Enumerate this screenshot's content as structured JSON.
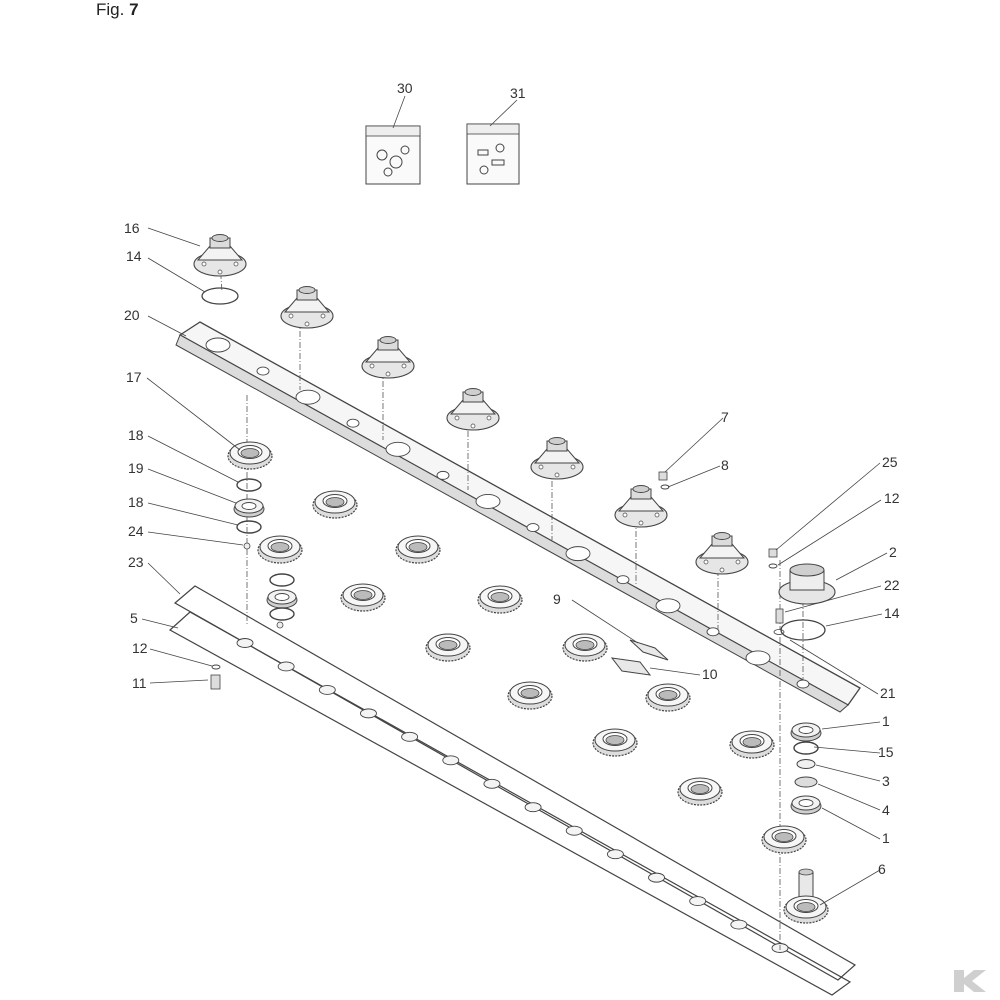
{
  "figure": {
    "prefix": "Fig.",
    "number": "7"
  },
  "callouts": {
    "c1a": "1",
    "c1b": "1",
    "c2": "2",
    "c3": "3",
    "c4": "4",
    "c5": "5",
    "c6": "6",
    "c7": "7",
    "c8": "8",
    "c9": "9",
    "c10": "10",
    "c11": "11",
    "c12a": "12",
    "c12b": "12",
    "c14a": "14",
    "c14b": "14",
    "c15": "15",
    "c16": "16",
    "c17": "17",
    "c18a": "18",
    "c18b": "18",
    "c19": "19",
    "c20": "20",
    "c21": "21",
    "c22": "22",
    "c23": "23",
    "c24": "24",
    "c25": "25",
    "c30": "30",
    "c31": "31"
  },
  "colors": {
    "line": "#444444",
    "fill_light": "#f2f2f2",
    "fill_mid": "#d8d8d8",
    "logo": "#cfcfcf"
  },
  "logo_icon": "brand-k-logo-icon"
}
